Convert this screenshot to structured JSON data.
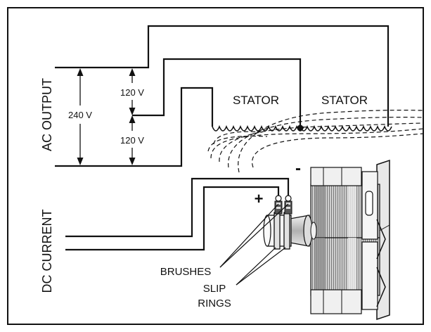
{
  "labels": {
    "ac_output": "AC OUTPUT",
    "dc_current": "DC CURRENT",
    "v_top": "120 V",
    "v_bottom": "120 V",
    "v_total": "240 V",
    "stator_left": "STATOR",
    "stator_right": "STATOR",
    "plus": "+",
    "minus": "-",
    "brushes": "BRUSHES",
    "slip": "SLIP",
    "rings": "RINGS"
  },
  "colors": {
    "line": "#111111",
    "frame": "#111111",
    "metal_light": "#d9d9d9",
    "metal_mid": "#a6a6a6",
    "metal_dark": "#5a5a5a"
  }
}
